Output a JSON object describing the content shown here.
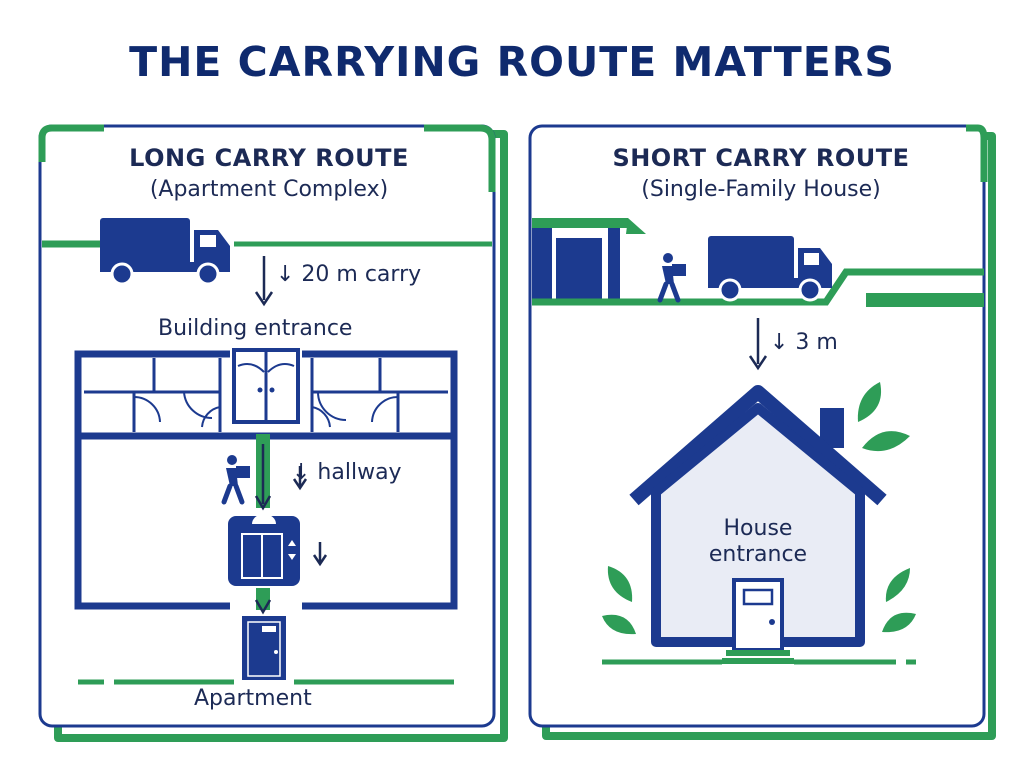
{
  "title": "THE CARRYING ROUTE MATTERS",
  "colors": {
    "navy": "#1c3a8f",
    "dark_navy": "#0f2a6e",
    "green": "#2e9d57",
    "light_green": "#5bbf7a",
    "house_fill": "#e9ecf5"
  },
  "long_route": {
    "heading": "LONG CARRY ROUTE",
    "subheading": "(Apartment Complex)",
    "carry_label": "↓ 20 m carry",
    "entrance_label": "Building entrance",
    "hallway_label": "↓ hallway",
    "elevator_label": "↓",
    "destination_label": "Apartment",
    "icons": [
      "truck-icon",
      "double-door-icon",
      "person-carrying-box-icon",
      "elevator-icon",
      "apartment-door-icon"
    ]
  },
  "short_route": {
    "heading": "SHORT CARRY ROUTE",
    "subheading": "(Single-Family House)",
    "carry_label": "↓ 3 m",
    "house_label_line1": "House",
    "house_label_line2": "entrance",
    "icons": [
      "truck-icon",
      "person-carrying-box-icon",
      "house-icon",
      "leaf-icon",
      "house-door-icon"
    ]
  }
}
